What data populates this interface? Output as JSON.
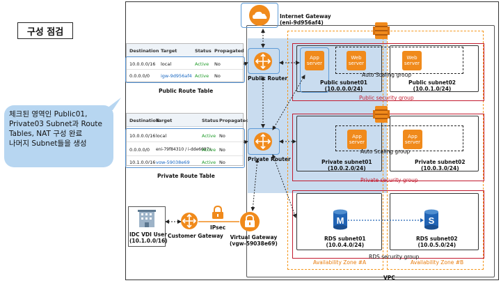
{
  "title": "구성 점검",
  "callout_lines": [
    "체크된 영역인 Public01,",
    "Private03 Subnet과 Route",
    "Tables, NAT 구성 완료",
    "나머지 Subnet들을 생성"
  ],
  "public_route_table": {
    "label": "Public Route Table",
    "headers": [
      "Destination",
      "Target",
      "Status",
      "Propagated"
    ],
    "rows": [
      [
        "10.0.0.0/16",
        "local",
        "Active",
        "No"
      ],
      [
        "0.0.0.0/0",
        "igw-9d956af4",
        "Active",
        "No"
      ]
    ]
  },
  "private_route_table": {
    "label": "Private Route Table",
    "headers": [
      "Destination",
      "Target",
      "Status",
      "Propagated"
    ],
    "rows": [
      [
        "10.0.0.0/16",
        "local",
        "Active",
        "No"
      ],
      [
        "0.0.0.0/0",
        "eni-79f84310 / i-dde6687a",
        "Active",
        "No"
      ],
      [
        "10.1.0.0/16",
        "vgw-59038e69",
        "Active",
        "No"
      ]
    ]
  },
  "internet_gateway": {
    "name": "Internet Gateway",
    "id": "(eni-9d956af4)"
  },
  "public_router": "Public Router",
  "private_router": "Private Router",
  "subnets": {
    "public01": {
      "name": "Public subnet01",
      "cidr": "(10.0.0.0/24)"
    },
    "public02": {
      "name": "Public subnet02",
      "cidr": "(10.0.1.0/24)"
    },
    "private01": {
      "name": "Private subnet01",
      "cidr": "(10.0.2.0/24)"
    },
    "private02": {
      "name": "Private subnet02",
      "cidr": "(10.0.3.0/24)"
    },
    "rds01": {
      "name": "RDS subnet01",
      "cidr": "(10.0.4.0/24)"
    },
    "rds02": {
      "name": "RDS subnet02",
      "cidr": "(10.0.5.0/24)"
    }
  },
  "servers": {
    "app": "App server",
    "web": "Web server"
  },
  "auto_scaling_group": "Auto Scaling group",
  "security_groups": {
    "public": "Public security group",
    "private": "Private security group",
    "rds": "RDS security group"
  },
  "availability_zones": {
    "a": "Availability Zone #A",
    "b": "Availability Zone #B"
  },
  "vpc": "VPC",
  "idc": {
    "name": "IDC VDI User",
    "cidr": "(10.1.0.0/16)"
  },
  "customer_gateway": "Customer Gateway",
  "ipsec": "IPsec",
  "virtual_gateway": {
    "name": "Virtual Gateway",
    "id": "(vgw-59038e69)"
  },
  "colors": {
    "aws_orange": "#f08a1b",
    "security_red": "#c21a2e",
    "highlight_blue": "#4f8ed0",
    "active_green": "#1c9a26"
  },
  "icons": [
    "cloud-icon",
    "router-icon",
    "server-icon",
    "load-balancer-icon",
    "rds-mysql-icon",
    "rds-sql-icon",
    "building-icon",
    "vpn-gateway-icon",
    "lock-icon"
  ]
}
